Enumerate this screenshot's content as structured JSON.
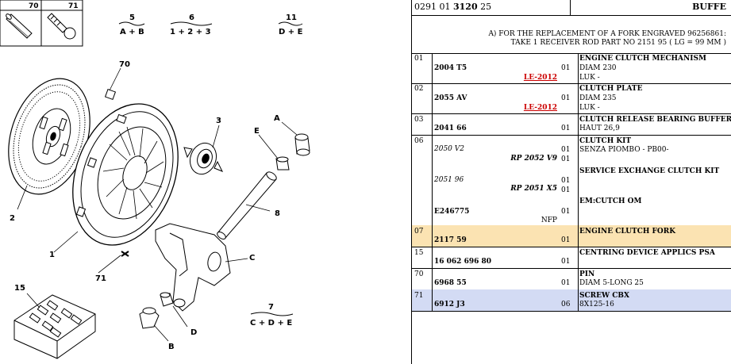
{
  "diagram": {
    "part_labels": [
      "70",
      "71",
      "5",
      "A + B",
      "6",
      "1 + 2 + 3",
      "11",
      "D + E",
      "70",
      "3",
      "E",
      "A",
      "2",
      "8",
      "1",
      "C",
      "71",
      "15",
      "D",
      "7",
      "C + D + E",
      "B"
    ]
  },
  "header": {
    "ref_a": "0291 01 ",
    "ref_b": "3120",
    "ref_c": " 25",
    "title": "BUFFE"
  },
  "note": {
    "line1": "A) FOR THE REPLACEMENT OF A FORK ENGRAVED 96256861:",
    "line2": "TAKE 1 RECEIVER ROD PART NO 2151 95 ( LG = 99 MM )"
  },
  "rows": [
    {
      "no": "01",
      "ref": "2004 T5",
      "link": "LE-2012",
      "qty": "01",
      "desc": "ENGINE CLUTCH MECHANISM",
      "d2": "DIAM 230",
      "d3": "LUK -"
    },
    {
      "no": "02",
      "ref": "2055 AV",
      "link": "LE-2012",
      "qty": "01",
      "desc": "CLUTCH PLATE",
      "d2": "DIAM 235",
      "d3": "LUK -"
    },
    {
      "no": "03",
      "ref": "2041 66",
      "qty": "01",
      "desc": "CLUTCH RELEASE BEARING BUFFER",
      "d2": "HAUT 26,9"
    },
    {
      "no": "06",
      "refs": [
        "2050 V2",
        "RP 2052 V9",
        "2051 96",
        "RP 2051 X5",
        "E246775",
        "NFP"
      ],
      "qtys": [
        "01",
        "01",
        "01",
        "01",
        "01"
      ],
      "desc": "CLUTCH KIT",
      "d2": "SENZA PIOMBO - PB00-",
      "d3": "SERVICE EXCHANGE CLUTCH KIT",
      "d4": "EM:CUTCH OM"
    },
    {
      "no": "07",
      "ref": "2117 59",
      "qty": "01",
      "desc": "ENGINE CLUTCH FORK"
    },
    {
      "no": "15",
      "ref": "16 062 696 80",
      "qty": "01",
      "desc": "CENTRING DEVICE APPLICS PSA"
    },
    {
      "no": "70",
      "ref": "6968 55",
      "qty": "01",
      "desc": "PIN",
      "d2": "DIAM 5-LONG 25"
    },
    {
      "no": "71",
      "ref": "6912 J3",
      "qty": "06",
      "desc": "SCREW CBX",
      "d2": "8X125-16"
    }
  ]
}
